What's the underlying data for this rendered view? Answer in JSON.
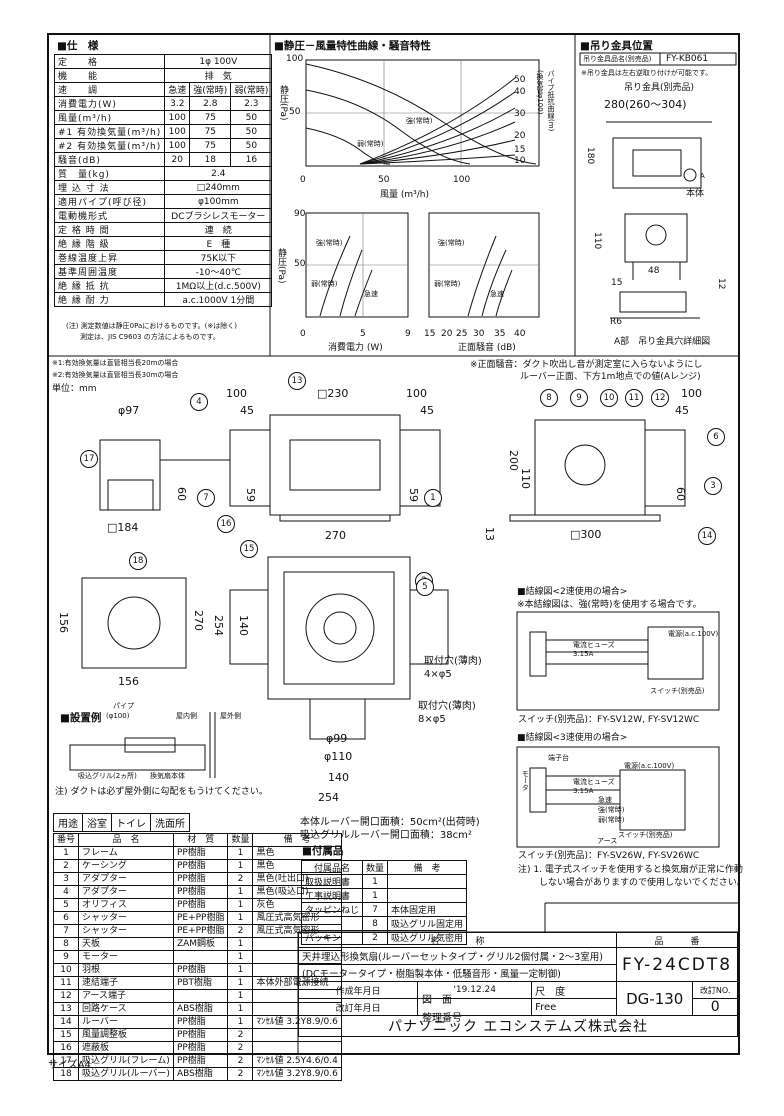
{
  "spec": {
    "title": "■仕　様",
    "rows": [
      {
        "k": "定　　格",
        "v": [
          "1φ 100V"
        ]
      },
      {
        "k": "機　　能",
        "v": [
          "排　気"
        ]
      },
      {
        "k": "速　　調",
        "v": [
          "急速",
          "強(常時)",
          "弱(常時)"
        ]
      },
      {
        "k": "消費電力(W)",
        "v": [
          "3.2",
          "2.8",
          "2.3"
        ]
      },
      {
        "k": "風量(m³/h)",
        "v": [
          "100",
          "75",
          "50"
        ]
      },
      {
        "k": "#1 有効換気量(m³/h)",
        "v": [
          "100",
          "75",
          "50"
        ]
      },
      {
        "k": "#2 有効換気量(m³/h)",
        "v": [
          "100",
          "75",
          "50"
        ]
      },
      {
        "k": "騒音(dB)",
        "v": [
          "20",
          "18",
          "16"
        ]
      },
      {
        "k": "質　量(kg)",
        "v": [
          "2.4"
        ]
      },
      {
        "k": "埋 込 寸 法",
        "v": [
          "□240mm"
        ]
      },
      {
        "k": "適用パイプ(呼び径)",
        "v": [
          "φ100mm"
        ]
      },
      {
        "k": "電動機形式",
        "v": [
          "DCブラシレスモーター"
        ]
      },
      {
        "k": "定 格 時 間",
        "v": [
          "連　続"
        ]
      },
      {
        "k": "絶 縁 階 級",
        "v": [
          "E　種"
        ]
      },
      {
        "k": "巻線温度上昇",
        "v": [
          "75K以下"
        ]
      },
      {
        "k": "基準周囲温度",
        "v": [
          "-10〜40℃"
        ]
      },
      {
        "k": "絶 縁 抵 抗",
        "v": [
          "1MΩ以上(d.c.500V)"
        ]
      },
      {
        "k": "絶 縁 耐 力",
        "v": [
          "a.c.1000V 1分間"
        ]
      }
    ],
    "note1": "(注) 測定数値は静圧0Paにおけるものです。(※は除く)",
    "note2": "測定は、JIS C9603 の方法によるものです。",
    "fn1": "※1:有効換気量は直管相当長20mの場合",
    "fn2": "※2:有効換気量は直管相当長30mの場合",
    "unit": "単位：mm"
  },
  "curve": {
    "title": "■静圧－風量特性曲線・騒音特性",
    "ylabel": "静圧(Pa)",
    "xlabel": "風量 (m³/h)",
    "xt": [
      "0",
      "50",
      "100"
    ],
    "yt": [
      "100",
      "50"
    ],
    "pipe_label": "パイプ抵抗曲線(m)",
    "pipe_sub": "(換気管φ100)",
    "pipe_vals": [
      "50",
      "40",
      "30",
      "20",
      "15",
      "10"
    ],
    "lbl_strong": "強(常時)",
    "lbl_weak": "弱(常時)",
    "lbl_rapid": "急速",
    "power_label": "消費電力 (W)",
    "power_ticks": [
      "0",
      "5",
      "9"
    ],
    "noise_label": "正面騒音 (dB)",
    "noise_ticks": [
      "15",
      "20",
      "25",
      "30",
      "35",
      "40"
    ],
    "yt2": [
      "90",
      "50",
      "0"
    ]
  },
  "hang": {
    "title": "■吊り金具位置",
    "row_label": "吊り金具品名(別売品)",
    "row_value": "FY-KB061",
    "note": "※吊り金具は左右逆取り付けが可能です。",
    "part": "吊り金具(別売品)",
    "dim1": "280(260〜304)",
    "d180": "180",
    "d110": "110",
    "d48": "48",
    "d15": "15",
    "d12": "12",
    "r6": "R6",
    "a_label": "A",
    "body_label": "本体",
    "detail": "A部　吊り金具穴詳細図"
  },
  "front_note1": "※正面騒音：ダクト吹出し音が測定室に入らないようにし",
  "front_note2": "ルーバー正面、下方1m地点での値(Aレンジ)",
  "dims": {
    "d97": "φ97",
    "d100a": "100",
    "d45a": "45",
    "d230": "□230",
    "d100b": "100",
    "d45b": "45",
    "d200": "200",
    "d110": "110",
    "d59a": "59",
    "d59b": "59",
    "d60a": "60",
    "d184": "□184",
    "d100c": "100",
    "d45c": "45",
    "d60b": "60",
    "d13": "13",
    "d300": "□300",
    "d270": "270",
    "d156a": "156",
    "d156b": "156",
    "d270v": "270",
    "d254v": "254",
    "d140v": "140",
    "d99": "φ99",
    "d110b": "φ110",
    "d140": "140",
    "d254": "254",
    "hole1": "取付穴(薄肉)",
    "hole1v": "4×φ5",
    "hole2": "取付穴(薄肉)",
    "hole2v": "8×φ5"
  },
  "markers": [
    "1",
    "2",
    "3",
    "4",
    "5",
    "6",
    "7",
    "8",
    "9",
    "10",
    "11",
    "12",
    "13",
    "14",
    "15",
    "16",
    "17",
    "18"
  ],
  "install": {
    "title": "■設置例",
    "pipe": "パイプ",
    "pipe_d": "(φ100)",
    "indoor": "屋内側",
    "outdoor": "屋外側",
    "grille": "吸込グリル(2ヵ所)",
    "body": "換気扇本体",
    "note": "注) ダクトは必ず屋外側に勾配をもうけてください。"
  },
  "wiring2": {
    "title": "■結線図<2速使用の場合>",
    "sub": "※本結線図は、強(常時)を使用する場合です。",
    "switch": "スイッチ(別売品)：FY-SV12W, FY-SV12WC"
  },
  "wiring3": {
    "title": "■結線図<3速使用の場合>",
    "switch": "スイッチ(別売品)：FY-SV26W, FY-SV26WC",
    "note1": "注) 1. 電子式スイッチを使用すると換気扇が正常に作動",
    "note2": "しない場合がありますので使用しないでください。",
    "motor": "モータ",
    "terminal": "端子台",
    "fuse": "電流ヒューズ",
    "fuse_v": "3.15A",
    "power": "電源(a.c.100V)",
    "sw": "スイッチ(別売品)",
    "rapid": "急速",
    "strong": "強(常時)",
    "weak": "弱(常時)",
    "ground": "アース"
  },
  "usage": [
    "用途",
    "浴室",
    "トイレ",
    "洗面所"
  ],
  "parts": {
    "headers": [
      "番号",
      "品　名",
      "材　質",
      "数量",
      "備　考"
    ],
    "rows": [
      [
        "1",
        "フレーム",
        "PP樹脂",
        "1",
        "黒色"
      ],
      [
        "2",
        "ケーシング",
        "PP樹脂",
        "1",
        "黒色"
      ],
      [
        "3",
        "アダプター",
        "PP樹脂",
        "2",
        "黒色(吐出口)"
      ],
      [
        "4",
        "アダプター",
        "PP樹脂",
        "1",
        "黒色(吸込口)"
      ],
      [
        "5",
        "オリフィス",
        "PP樹脂",
        "1",
        "灰色"
      ],
      [
        "6",
        "シャッター",
        "PE+PP樹脂",
        "1",
        "風圧式高気密形"
      ],
      [
        "7",
        "シャッター",
        "PE+PP樹脂",
        "2",
        "風圧式高気密形"
      ],
      [
        "8",
        "天板",
        "ZAM鋼板",
        "1",
        ""
      ],
      [
        "9",
        "モーター",
        "",
        "1",
        ""
      ],
      [
        "10",
        "羽根",
        "PP樹脂",
        "1",
        ""
      ],
      [
        "11",
        "速結端子",
        "PBT樹脂",
        "1",
        "本体外部電源接続"
      ],
      [
        "12",
        "アース端子",
        "",
        "1",
        ""
      ],
      [
        "13",
        "回路ケース",
        "ABS樹脂",
        "1",
        ""
      ],
      [
        "14",
        "ルーバー",
        "PP樹脂",
        "1",
        "ﾏﾝｾﾙ値 3.2Y8.9/0.6"
      ],
      [
        "15",
        "風量調整板",
        "PP樹脂",
        "2",
        ""
      ],
      [
        "16",
        "遮蔽板",
        "PP樹脂",
        "2",
        ""
      ],
      [
        "17",
        "吸込グリル(フレーム)",
        "PP樹脂",
        "2",
        "ﾏﾝｾﾙ値 2.5Y4.6/0.4"
      ],
      [
        "18",
        "吸込グリル(ルーバー)",
        "ABS樹脂",
        "2",
        "ﾏﾝｾﾙ値 3.2Y8.9/0.6"
      ]
    ]
  },
  "openings": {
    "l1": "本体ルーバー開口面積：50cm²(出荷時)",
    "l2": "吸込グリルルーバー開口面積：38cm²"
  },
  "accessories": {
    "title": "■付属品",
    "headers": [
      "付属品名",
      "数量",
      "備　考"
    ],
    "rows": [
      [
        "取扱説明書",
        "1",
        ""
      ],
      [
        "工事説明書",
        "1",
        ""
      ],
      [
        "タッピンねじ",
        "7",
        "本体固定用"
      ],
      [
        "",
        "8",
        "吸込グリル固定用"
      ],
      [
        "パッキン",
        "2",
        "吸込グリル気密用"
      ]
    ]
  },
  "titleblock": {
    "name_h": "名　　　　称",
    "part_h": "品　　　番",
    "name1": "天井埋込形換気扇(ルーバーセットタイプ・グリル2個付属・2〜3室用)",
    "name2": "(DCモータータイプ・樹脂製本体・低騒音形・風量一定制御)",
    "part_no": "FY-24CDT8",
    "made_l": "作成年月日",
    "made_v": "'19.12.24",
    "scale_l": "尺　度",
    "scale_v": "Free",
    "fig_l": "図　面",
    "fig_l2": "整理番号",
    "rev_l": "改訂年月日",
    "dg": "DG-130",
    "rev_no_l": "改訂NO.",
    "rev_no": "0",
    "company": "パナソニック エコシステムズ株式会社"
  },
  "size": "サイズA4"
}
